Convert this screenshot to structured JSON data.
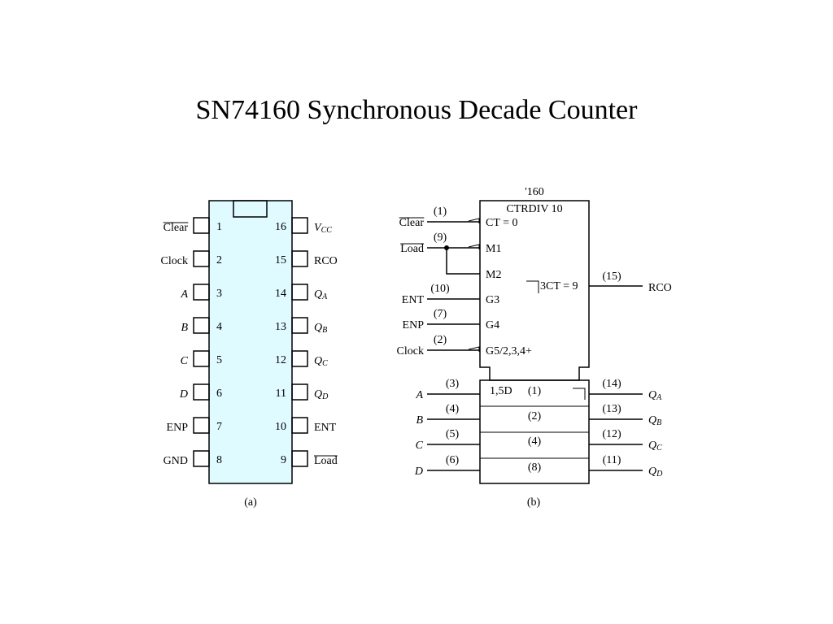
{
  "title": "SN74160 Synchronous Decade Counter",
  "colors": {
    "chip_body": "#dffbff",
    "stroke": "#000000",
    "background": "#ffffff"
  },
  "dip": {
    "caption": "(a)",
    "left_pins": [
      {
        "num": "1",
        "label": "Clear",
        "overline": true,
        "italic": false,
        "sub": ""
      },
      {
        "num": "2",
        "label": "Clock",
        "overline": false,
        "italic": false,
        "sub": ""
      },
      {
        "num": "3",
        "label": "A",
        "overline": false,
        "italic": true,
        "sub": ""
      },
      {
        "num": "4",
        "label": "B",
        "overline": false,
        "italic": true,
        "sub": ""
      },
      {
        "num": "5",
        "label": "C",
        "overline": false,
        "italic": true,
        "sub": ""
      },
      {
        "num": "6",
        "label": "D",
        "overline": false,
        "italic": true,
        "sub": ""
      },
      {
        "num": "7",
        "label": "ENP",
        "overline": false,
        "italic": false,
        "sub": ""
      },
      {
        "num": "8",
        "label": "GND",
        "overline": false,
        "italic": false,
        "sub": ""
      }
    ],
    "right_pins": [
      {
        "num": "16",
        "label": "V",
        "overline": false,
        "italic": true,
        "sub": "CC"
      },
      {
        "num": "15",
        "label": "RCO",
        "overline": false,
        "italic": false,
        "sub": ""
      },
      {
        "num": "14",
        "label": "Q",
        "overline": false,
        "italic": true,
        "sub": "A"
      },
      {
        "num": "13",
        "label": "Q",
        "overline": false,
        "italic": true,
        "sub": "B"
      },
      {
        "num": "12",
        "label": "Q",
        "overline": false,
        "italic": true,
        "sub": "C"
      },
      {
        "num": "11",
        "label": "Q",
        "overline": false,
        "italic": true,
        "sub": "D"
      },
      {
        "num": "10",
        "label": "ENT",
        "overline": false,
        "italic": false,
        "sub": ""
      },
      {
        "num": "9",
        "label": "Load",
        "overline": true,
        "italic": false,
        "sub": ""
      }
    ]
  },
  "logic": {
    "caption": "(b)",
    "device": "'160",
    "function": "CTRDIV 10",
    "inputs": [
      {
        "pin": "(1)",
        "signal": "Clear",
        "overline": true,
        "internal": "CT = 0",
        "dynamic": true
      },
      {
        "pin": "(9)",
        "signal": "Load",
        "overline": true,
        "internal": "M1",
        "dynamic": true
      },
      {
        "pin": "",
        "signal": "",
        "overline": false,
        "internal": "M2",
        "dynamic": false
      },
      {
        "pin": "(10)",
        "signal": "ENT",
        "overline": false,
        "internal": "G3",
        "dynamic": false
      },
      {
        "pin": "(7)",
        "signal": "ENP",
        "overline": false,
        "internal": "G4",
        "dynamic": false
      },
      {
        "pin": "(2)",
        "signal": "Clock",
        "overline": false,
        "internal": "G5/2,3,4+",
        "dynamic": true
      }
    ],
    "rco_output": {
      "internal": "3CT = 9",
      "pin": "(15)",
      "signal": "RCO"
    },
    "data_inputs": [
      {
        "name": "A",
        "pin": "(3)"
      },
      {
        "name": "B",
        "pin": "(4)"
      },
      {
        "name": "C",
        "pin": "(5)"
      },
      {
        "name": "D",
        "pin": "(6)"
      }
    ],
    "data_input_label": "1,5D",
    "weights": [
      "(1)",
      "(2)",
      "(4)",
      "(8)"
    ],
    "outputs": [
      {
        "name": "Q",
        "sub": "A",
        "pin": "(14)"
      },
      {
        "name": "Q",
        "sub": "B",
        "pin": "(13)"
      },
      {
        "name": "Q",
        "sub": "C",
        "pin": "(12)"
      },
      {
        "name": "Q",
        "sub": "D",
        "pin": "(11)"
      }
    ]
  }
}
